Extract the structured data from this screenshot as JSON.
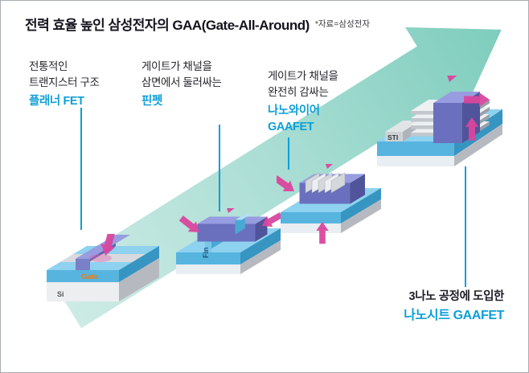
{
  "header": {
    "title": "전력 효율 높인 삼성전자의 GAA(Gate-All-Around)",
    "source": "*자료=삼성전자"
  },
  "stages": [
    {
      "desc_lines": [
        "전통적인",
        "트랜지스터 구조"
      ],
      "name_lines": [
        "플래너 FET"
      ]
    },
    {
      "desc_lines": [
        "게이트가 채널을",
        "삼면에서 둘러싸는"
      ],
      "name_lines": [
        "핀펫"
      ]
    },
    {
      "desc_lines": [
        "게이트가 채널을",
        "완전히 감싸는"
      ],
      "name_lines": [
        "나노와이어",
        "GAAFET"
      ]
    },
    {
      "desc_lines": [
        "3나노 공정에 도입한"
      ],
      "name_lines": [
        "나노시트 GAAFET"
      ]
    }
  ],
  "part_labels": {
    "gate": "Gate",
    "si": "Si",
    "fin": "Fin",
    "sti": "STI"
  },
  "colors": {
    "accent_blue": "#0d9fd8",
    "arrow_teal": "#9bd6cb",
    "magenta": "#d9469e",
    "slab_blue": "#8ed2f0",
    "gate_purple": "#979de0"
  }
}
